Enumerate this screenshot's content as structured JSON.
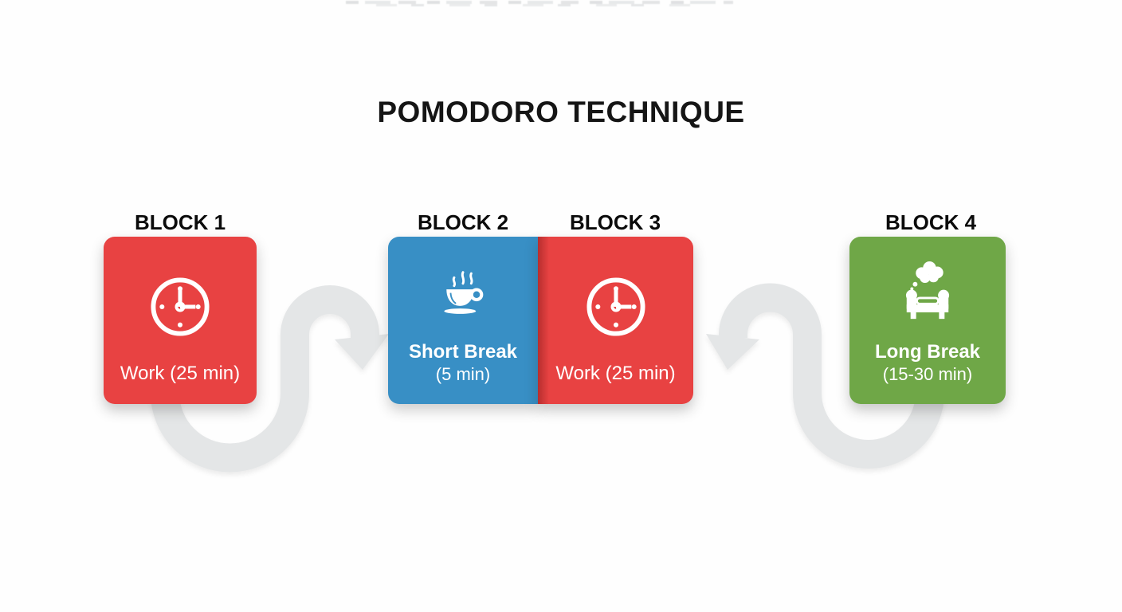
{
  "title": "POMODORO TECHNIQUE",
  "decor": {
    "top_edge_artifact": "illegible clipped text fragments",
    "arrow_color": "#e4e6e7",
    "background": "#fefefe"
  },
  "colors": {
    "work_red": "#e84242",
    "short_break_blue": "#388fc5",
    "long_break_green": "#6fa747",
    "label_text": "#0b0b0b",
    "block_text": "#ffffff"
  },
  "blocks": [
    {
      "label": "BLOCK 1",
      "icon": "clock-icon",
      "title": "Work (25 min)",
      "subtitle": "",
      "color": "#e84242"
    },
    {
      "label": "BLOCK 2",
      "icon": "coffee-icon",
      "title": "Short Break",
      "subtitle": "(5 min)",
      "color": "#388fc5"
    },
    {
      "label": "BLOCK 3",
      "icon": "clock-icon",
      "title": "Work (25 min)",
      "subtitle": "",
      "color": "#e84242"
    },
    {
      "label": "BLOCK 4",
      "icon": "armchair-icon",
      "title": "Long Break",
      "subtitle": "(15-30 min)",
      "color": "#6fa747"
    }
  ],
  "arrows": [
    {
      "name": "arrow-block1-to-block2",
      "shape": "s-curve under block 1 pointing into block 2"
    },
    {
      "name": "arrow-block4-to-block3",
      "shape": "s-curve under block 4 pointing into block 3"
    }
  ]
}
